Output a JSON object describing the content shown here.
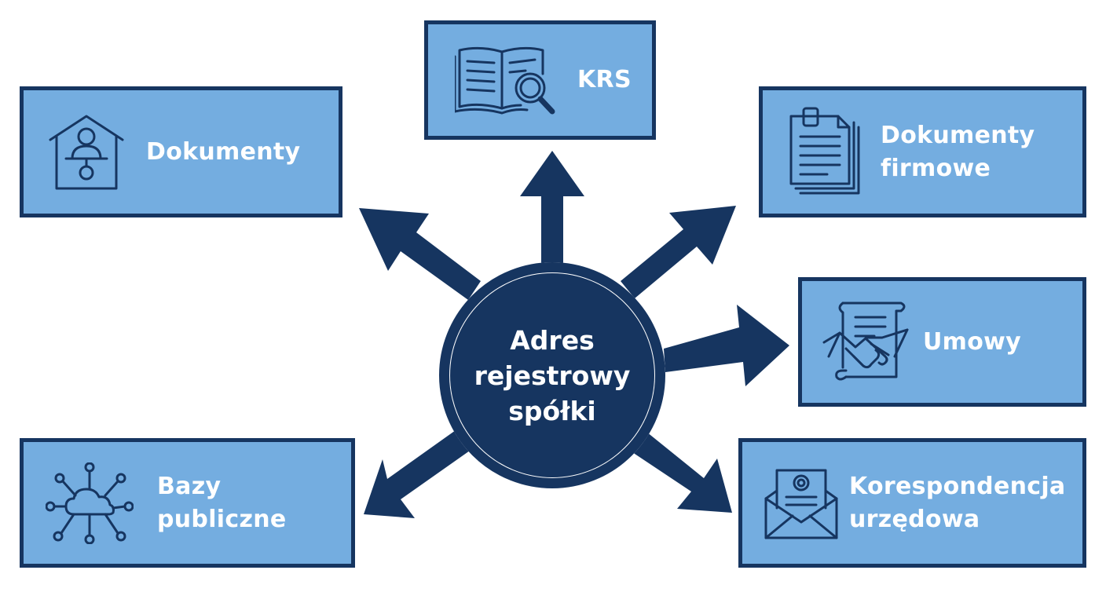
{
  "colors": {
    "box_fill": "#74ade0",
    "navy": "#163560",
    "text_on_box": "#ffffff"
  },
  "center": {
    "lines": [
      "Adres",
      "rejestrowy",
      "spółki"
    ]
  },
  "nodes": {
    "krs": {
      "lines": [
        "KRS"
      ],
      "icon": "open-book-magnifier-icon"
    },
    "dokumenty": {
      "lines": [
        "Dokumenty"
      ],
      "icon": "house-person-icon"
    },
    "firmowe": {
      "lines": [
        "Dokumenty",
        "firmowe"
      ],
      "icon": "clipped-documents-icon"
    },
    "umowy": {
      "lines": [
        "Umowy"
      ],
      "icon": "contract-handshake-icon"
    },
    "bazy": {
      "lines": [
        "Bazy",
        "publiczne"
      ],
      "icon": "cloud-network-icon"
    },
    "koresp": {
      "lines": [
        "Korespondencja",
        "urzędowa"
      ],
      "icon": "envelope-seal-letter-icon"
    }
  }
}
